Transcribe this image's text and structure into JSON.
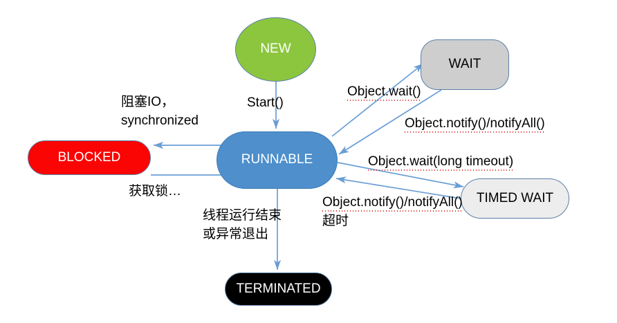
{
  "diagram": {
    "title": "Java Thread State Transition Diagram",
    "colors": {
      "new_fill": "#8CC63F",
      "runnable_fill": "#4E8FCC",
      "blocked_fill": "#FB0404",
      "wait_fill": "#CECECE",
      "timed_wait_fill": "#EDEDED",
      "terminated_fill": "#000000",
      "edge_stroke": "#6A9ED4",
      "node_stroke": "#5B7FA6",
      "spellcheck_underline": "#E03030",
      "background": "#FFFFFF"
    },
    "nodes": [
      {
        "id": "new",
        "label": "NEW",
        "shape": "ellipse"
      },
      {
        "id": "runnable",
        "label": "RUNNABLE",
        "shape": "rounded-rect"
      },
      {
        "id": "blocked",
        "label": "BLOCKED",
        "shape": "pill"
      },
      {
        "id": "wait",
        "label": "WAIT",
        "shape": "rounded-rect"
      },
      {
        "id": "timed_wait",
        "label": "TIMED WAIT",
        "shape": "pill"
      },
      {
        "id": "terminated",
        "label": "TERMINATED",
        "shape": "pill"
      }
    ],
    "labels": {
      "start": "Start()",
      "blocked_io_line1": "阻塞IO，",
      "blocked_io_line2": "synchronized",
      "acquire_lock": "获取锁…",
      "terminate_line1": "线程运行结束",
      "terminate_line2": "或异常退出",
      "object_wait": "Object.wait()",
      "object_notify": "Object.notify()/notifyAll()",
      "object_wait_timeout": "Object.wait(long timeout)",
      "object_notify_timed": "Object.notify()/notifyAll()",
      "timeout_cn": "超时"
    },
    "edges": [
      {
        "from": "new",
        "to": "runnable",
        "label": "Start()"
      },
      {
        "from": "runnable",
        "to": "blocked",
        "label": "阻塞IO，synchronized"
      },
      {
        "from": "blocked",
        "to": "runnable",
        "label": "获取锁…"
      },
      {
        "from": "runnable",
        "to": "terminated",
        "label": "线程运行结束或异常退出"
      },
      {
        "from": "runnable",
        "to": "wait",
        "label": "Object.wait()"
      },
      {
        "from": "wait",
        "to": "runnable",
        "label": "Object.notify()/notifyAll()"
      },
      {
        "from": "runnable",
        "to": "timed_wait",
        "label": "Object.wait(long timeout)"
      },
      {
        "from": "timed_wait",
        "to": "runnable",
        "label": "Object.notify()/notifyAll() 超时"
      }
    ]
  }
}
